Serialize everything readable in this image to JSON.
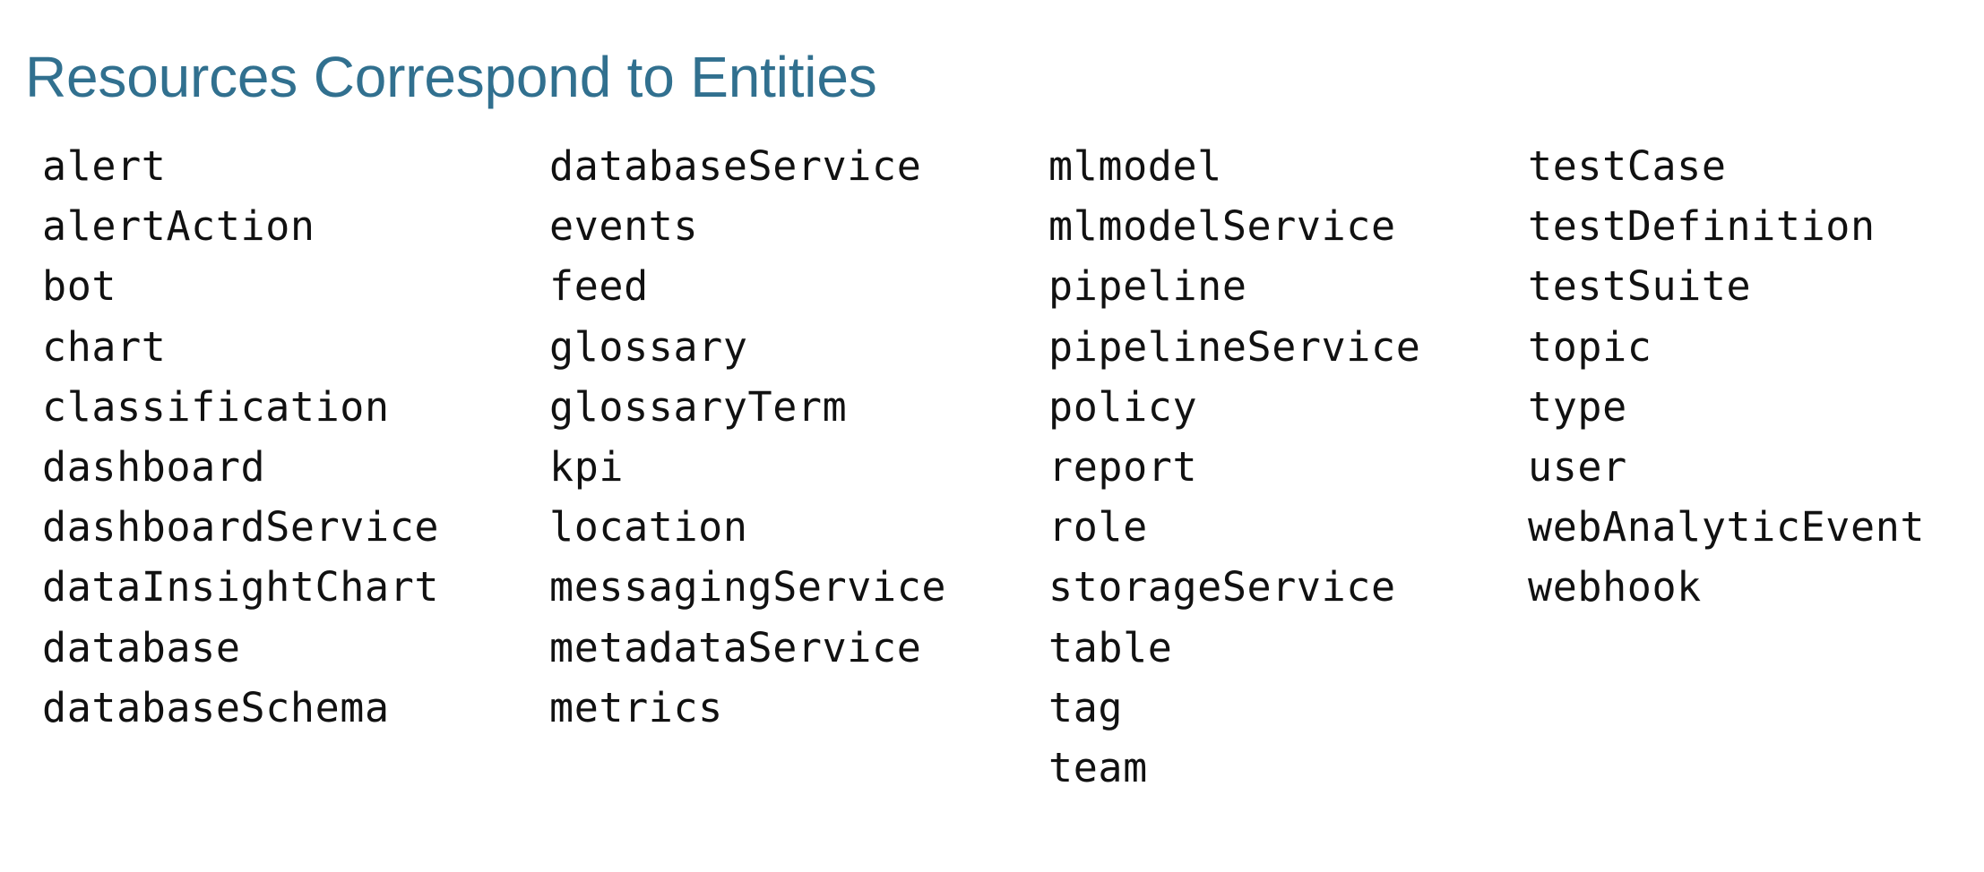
{
  "slide": {
    "title": "Resources Correspond to Entities",
    "title_color": "#31708F",
    "background_color": "#ffffff",
    "text_color": "#111111"
  },
  "columns": [
    {
      "index": 1,
      "items": [
        "alert",
        "alertAction",
        "bot",
        "chart",
        "classification",
        "dashboard",
        "dashboardService",
        "dataInsightChart",
        "database",
        "databaseSchema"
      ]
    },
    {
      "index": 2,
      "items": [
        "databaseService",
        "events",
        "feed",
        "glossary",
        "glossaryTerm",
        "kpi",
        "location",
        "messagingService",
        "metadataService",
        "metrics"
      ]
    },
    {
      "index": 3,
      "items": [
        "mlmodel",
        "mlmodelService",
        "pipeline",
        "pipelineService",
        "policy",
        "report",
        "role",
        "storageService",
        "table",
        "tag",
        "team"
      ]
    },
    {
      "index": 4,
      "items": [
        "testCase",
        "testDefinition",
        "testSuite",
        "topic",
        "type",
        "user",
        "webAnalyticEvent",
        "webhook"
      ]
    }
  ]
}
